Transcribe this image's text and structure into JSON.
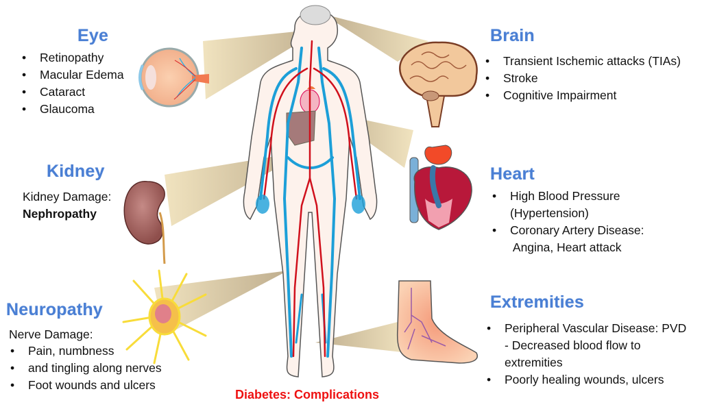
{
  "caption": "Diabetes: Complications",
  "sections": {
    "eye": {
      "title": "Eye",
      "items": [
        "Retinopathy",
        "Macular Edema",
        "Cataract",
        "Glaucoma"
      ]
    },
    "brain": {
      "title": "Brain",
      "items": [
        "Transient Ischemic attacks (TIAs)",
        "Stroke",
        "Cognitive Impairment"
      ]
    },
    "kidney": {
      "title": "Kidney",
      "intro": "Kidney Damage:",
      "emphasis": "Nephropathy"
    },
    "heart": {
      "title": "Heart",
      "items": [
        {
          "line1": "High Blood Pressure",
          "line2": "(Hypertension)"
        },
        {
          "line1": "Coronary Artery Disease:",
          "line2": " Angina, Heart attack"
        }
      ]
    },
    "neuropathy": {
      "title": "Neuropathy",
      "intro": "Nerve Damage:",
      "items": [
        "Pain, numbness",
        "and tingling along nerves",
        "Foot wounds and ulcers"
      ]
    },
    "extremities": {
      "title": "Extremities",
      "items": [
        {
          "line1": "Peripheral Vascular Disease: PVD",
          "line2": "- Decreased blood flow to",
          "line3": "extremities"
        },
        {
          "line1": "Poorly healing wounds, ulcers"
        }
      ]
    }
  },
  "illustrations": [
    "eye-cross-section",
    "brain",
    "kidney",
    "heart-cross-section",
    "nerve-cell",
    "foot-with-veins",
    "human-circulatory-system"
  ],
  "colors": {
    "heading": "#4a7fd4",
    "caption": "#ee1111",
    "beam": "#d9c9a0",
    "vein": "#1c9fd8",
    "artery": "#d0101c",
    "skin": "#fdf3ee"
  }
}
